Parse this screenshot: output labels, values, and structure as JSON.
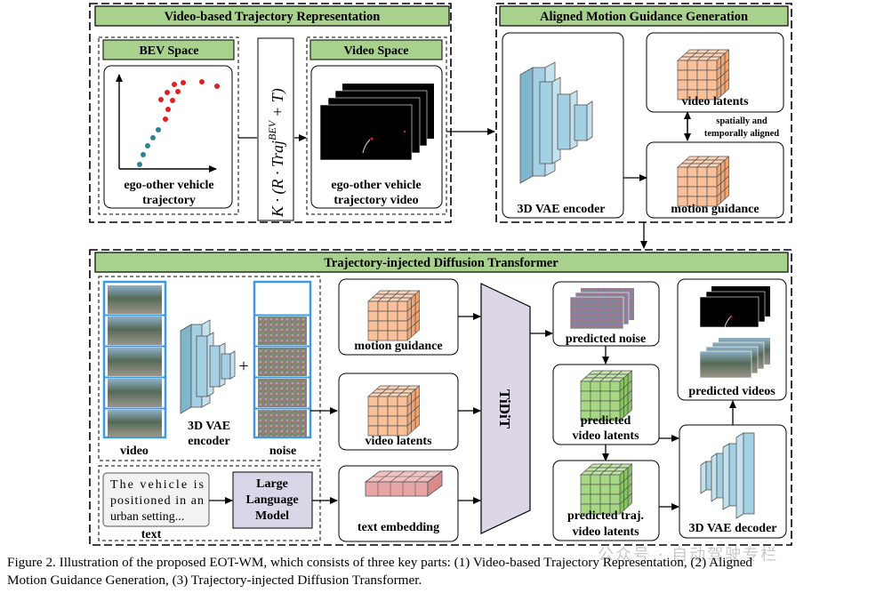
{
  "sections": {
    "video_traj": "Video-based Trajectory Representation",
    "aligned": "Aligned Motion Guidance Generation",
    "diffusion": "Trajectory-injected Diffusion Transformer"
  },
  "bev": {
    "title": "BEV Space",
    "caption_line1": "ego-other vehicle",
    "caption_line2": "trajectory"
  },
  "video_space": {
    "title": "Video Space",
    "caption_line1": "ego-other vehicle",
    "caption_line2": "trajectory video"
  },
  "formula": {
    "prefix": "K · (R · Traj",
    "superscript": "BEV",
    "suffix": "+ T)"
  },
  "aligned": {
    "encoder": "3D VAE encoder",
    "video_latents": "video latents",
    "align_line1": "spatially and",
    "align_line2": "temporally aligned",
    "motion_guidance": "motion  guidance"
  },
  "diffusion": {
    "video": "video",
    "encoder_line1": "3D VAE",
    "encoder_line2": "encoder",
    "plus": "+",
    "noise": "noise",
    "text_box_lines": [
      "The vehicle is",
      "positioned in an",
      "urban setting..."
    ],
    "text": "text",
    "llm_lines": [
      "Large",
      "Language",
      "Model"
    ],
    "motion_guidance": "motion  guidance",
    "video_latents": "video latents",
    "text_embedding": "text embedding",
    "tidit": "TiDiT",
    "predicted_noise": "predicted noise",
    "predicted_latents_line1": "predicted",
    "predicted_latents_line2": "video latents",
    "predicted_traj_line1": "predicted traj.",
    "predicted_traj_line2": "video latents",
    "decoder": "3D VAE decoder",
    "predicted_videos": "predicted videos"
  },
  "caption": {
    "line1": "Figure 2. Illustration of the proposed EOT-WM, which consists of three key parts: (1) Video-based Trajectory Representation, (2) Aligned",
    "line2": "Motion Guidance Generation, (3) Trajectory-injected Diffusion Transformer."
  },
  "watermark": "公众号 · 自动驾驶专栏",
  "colors": {
    "header_green": "#a9d18e",
    "encoder_blue": "#a3d0e2",
    "latent_orange": "#f9c09a",
    "predicted_green": "#a6d884",
    "text_embed_red": "#e7a5a5",
    "llm_gray": "#d9d6e8",
    "tidit_purple": "#dcd6e6",
    "border_blue": "#3c9ae0"
  }
}
